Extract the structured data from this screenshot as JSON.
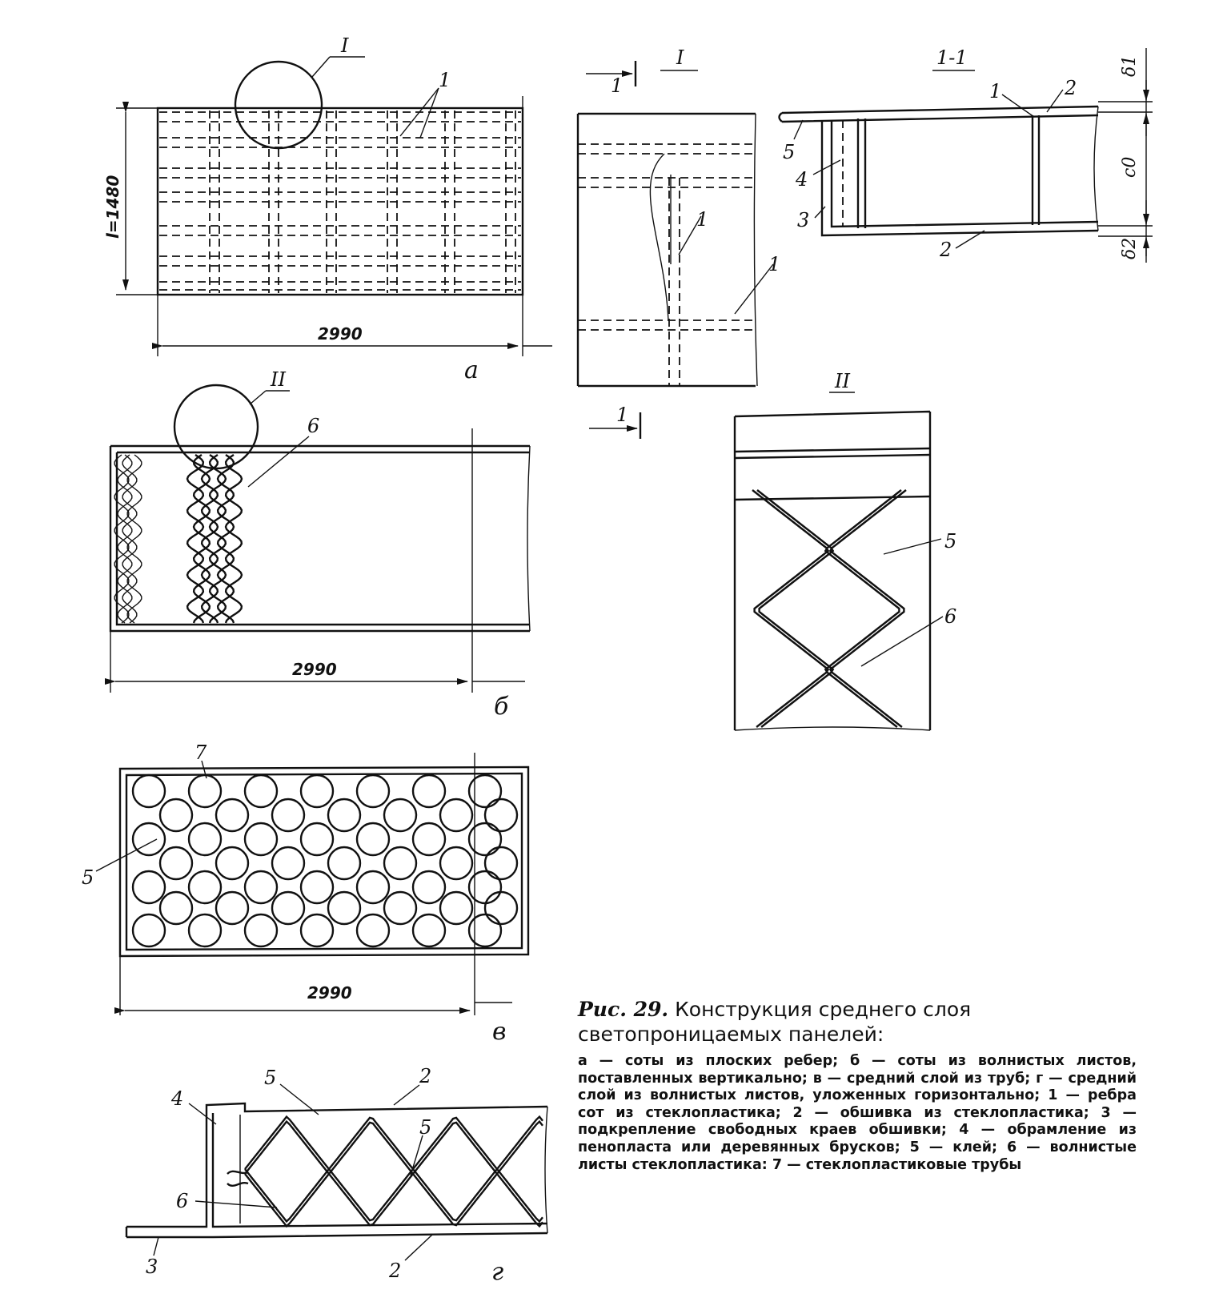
{
  "views": {
    "a": {
      "letter": "а",
      "detail_mark": "I",
      "dim_width": "2990",
      "dim_length": "l=1480",
      "part_label": "1"
    },
    "b": {
      "letter": "б",
      "detail_mark": "II",
      "dim_width": "2990",
      "part_label": "6"
    },
    "v": {
      "letter": "в",
      "dim_width": "2990",
      "part_label_tube": "7",
      "part_label_glue": "5"
    },
    "g": {
      "letter": "г",
      "labels": [
        "5",
        "2",
        "4",
        "5",
        "6",
        "3",
        "2"
      ]
    }
  },
  "detail_I": {
    "title": "I",
    "section_mark": "1",
    "part_labels": [
      "1",
      "1"
    ]
  },
  "section_1_1": {
    "title": "1-1",
    "labels": [
      "1",
      "2",
      "5",
      "4",
      "3",
      "2"
    ],
    "dims": [
      "δ1",
      "c0",
      "δ2"
    ]
  },
  "detail_II": {
    "title": "II",
    "labels": [
      "5",
      "6"
    ]
  },
  "caption": {
    "fig_label": "Рис. 29.",
    "title": "Конструкция среднего слоя светопроницаемых панелей:",
    "legend": "а — соты из плоских ребер; б — соты из волнистых листов, поставленных вертикально; в — средний слой из труб; г — средний слой из волнистых листов, уложенных горизонтально; 1 — ребра сот из стеклопластика; 2 — обшивка из стеклопластика; 3 — подкрепление свободных краев обшивки; 4 — обрамление из пенопласта или деревянных брусков; 5 — клей; 6 — волнистые листы стеклопластика: 7 — стеклопластиковые трубы"
  }
}
